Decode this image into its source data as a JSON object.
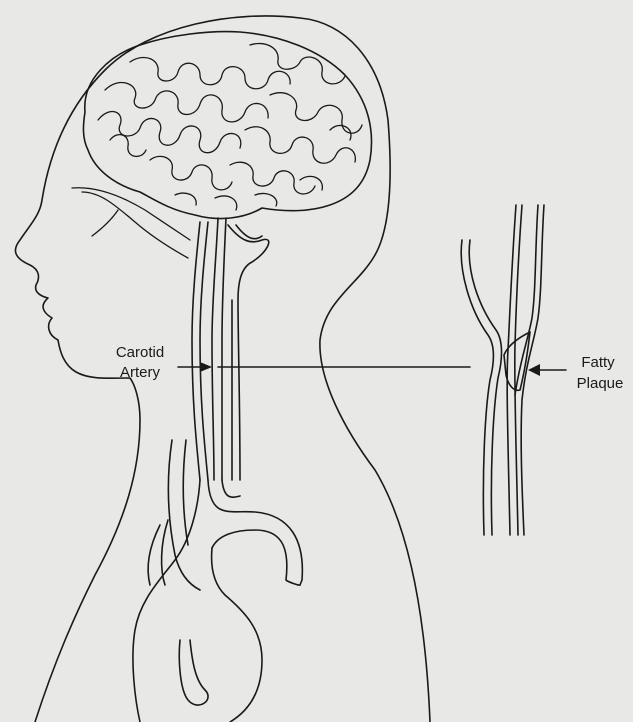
{
  "labels": {
    "carotid_line1": "Carotid",
    "carotid_line2": "Artery",
    "plaque_line1": "Fatty",
    "plaque_line2": "Plaque"
  },
  "colors": {
    "background": "#e8e8e6",
    "ink": "#1a1a1a"
  }
}
